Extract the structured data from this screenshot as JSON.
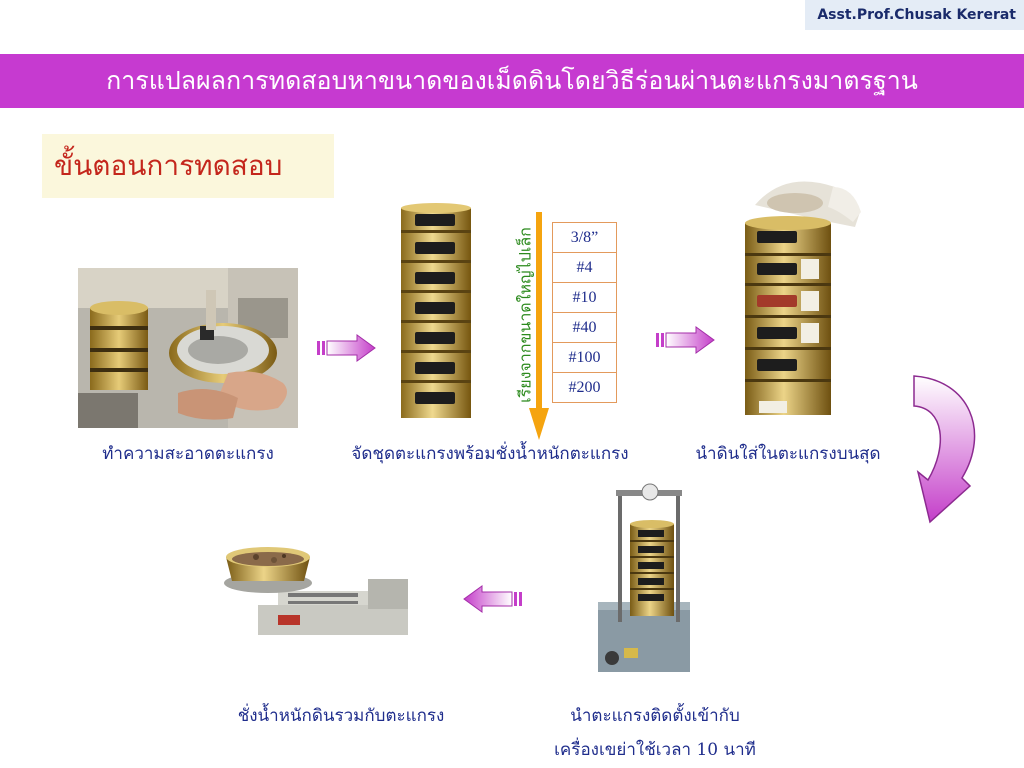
{
  "header": {
    "author": "Asst.Prof.Chusak Kererat"
  },
  "title": "การแปลผลการทดสอบหาขนาดของเม็ดดินโดยวิธีร่อนผ่านตะแกรงมาตรฐาน",
  "section_heading": "ขั้นตอนการทดสอบ",
  "steps": [
    {
      "caption": "ทำความสะอาดตะแกรง"
    },
    {
      "caption": "จัดชุดตะแกรงพร้อมชั่งน้ำหนักตะแกรง"
    },
    {
      "caption": "นำดินใส่ในตะแกรงบนสุด"
    },
    {
      "caption_line1": "นำตะแกรงติดตั้งเข้ากับ",
      "caption_line2": "เครื่องเขย่าใช้เวลา 10 นาที"
    },
    {
      "caption": "ชั่งน้ำหนักดินรวมกับตะแกรง"
    }
  ],
  "sieve_order_label": "เรียงจากขนาดใหญ่ไปเล็ก",
  "sieves": [
    "3/8”",
    "#4",
    "#10",
    "#40",
    "#100",
    "#200"
  ],
  "colors": {
    "title_bar": "#c63ad0",
    "heading_text": "#c4261c",
    "caption_text": "#1f2d8c",
    "arrow": "#d35fd8",
    "order_arrow": "#f5a40f"
  },
  "icons": [
    "right-arrow-icon",
    "left-arrow-icon",
    "curved-down-arrow-icon",
    "down-arrow-icon"
  ]
}
